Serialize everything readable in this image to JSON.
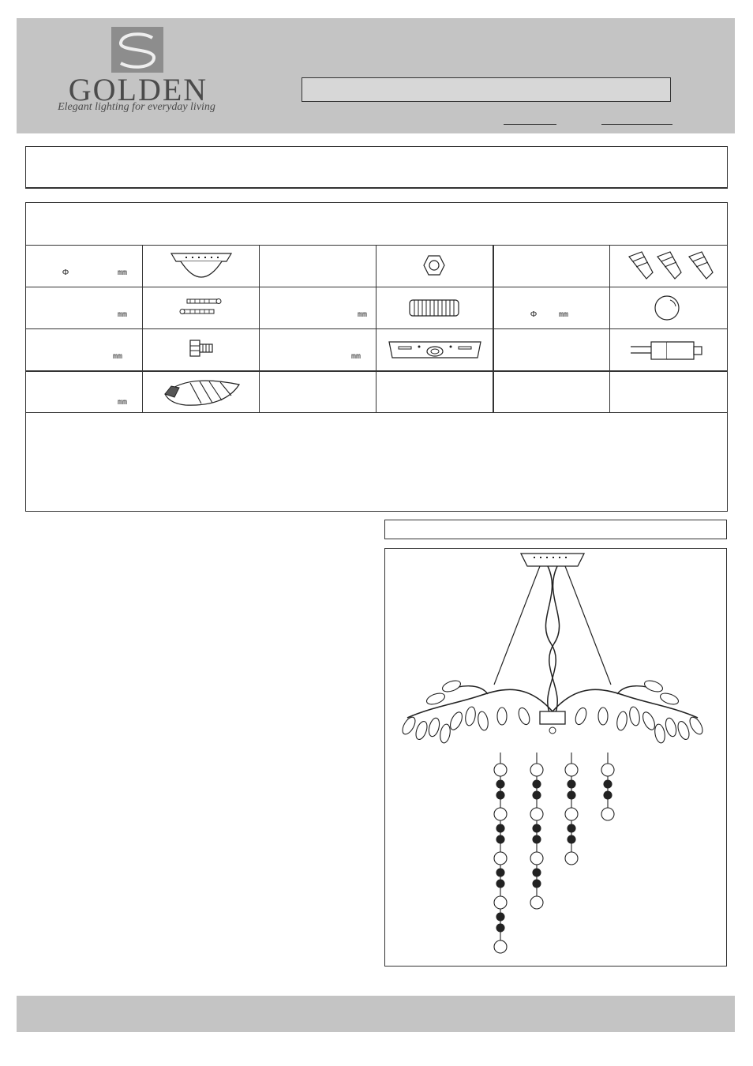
{
  "brand": {
    "name": "GOLDEN",
    "tagline": "Elegant lighting for everyday living"
  },
  "parts_table": {
    "rows": [
      [
        {
          "symbol": "Φ",
          "unit": "mm",
          "icon": "canopy-icon"
        },
        {
          "unit": "",
          "icon": "hex-nut-icon"
        },
        {
          "unit": "",
          "icon": "wire-nuts-icon"
        }
      ],
      [
        {
          "unit": "mm",
          "icon": "screws-icon"
        },
        {
          "unit": "mm",
          "icon": "threaded-pipe-icon"
        },
        {
          "symbol": "Φ",
          "unit": "mm",
          "icon": "ball-icon"
        }
      ],
      [
        {
          "unit": "mm",
          "icon": "bolt-icon"
        },
        {
          "unit": "mm",
          "icon": "mounting-bracket-icon"
        },
        {
          "unit": "",
          "icon": "bulb-icon"
        }
      ],
      [
        {
          "unit": "mm",
          "icon": "leaf-glass-icon"
        }
      ]
    ]
  },
  "colors": {
    "header_bg": "#c4c4c4",
    "logo_gray": "#8d8d8d",
    "line": "#333333"
  }
}
